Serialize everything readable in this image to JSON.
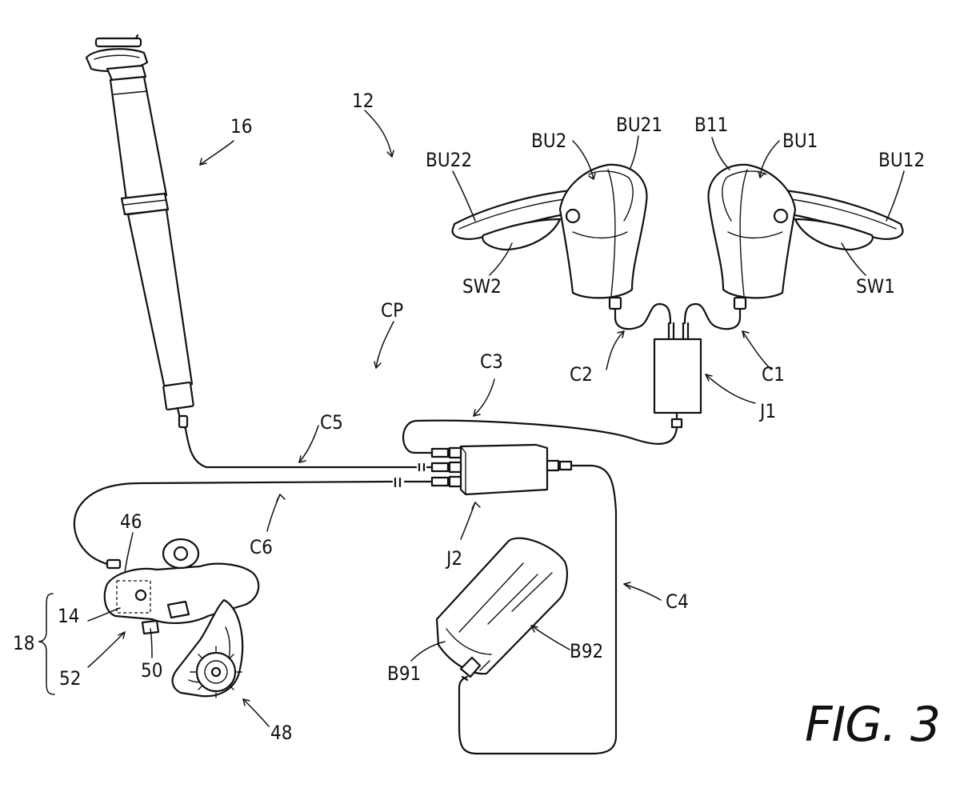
{
  "figure": {
    "caption": "FIG. 3",
    "labels": {
      "l12": "12",
      "l16": "16",
      "cp": "CP",
      "bu22": "BU22",
      "bu2": "BU2",
      "bu21": "BU21",
      "b11": "B11",
      "bu1": "BU1",
      "bu12": "BU12",
      "sw2": "SW2",
      "sw1": "SW1",
      "c1": "C1",
      "c2": "C2",
      "c3": "C3",
      "c4": "C4",
      "c5": "C5",
      "c6": "C6",
      "j1": "J1",
      "j2": "J2",
      "l46": "46",
      "l14": "14",
      "l18": "18",
      "l52": "52",
      "l50": "50",
      "l48": "48",
      "b91": "B91",
      "b92": "B92"
    }
  }
}
